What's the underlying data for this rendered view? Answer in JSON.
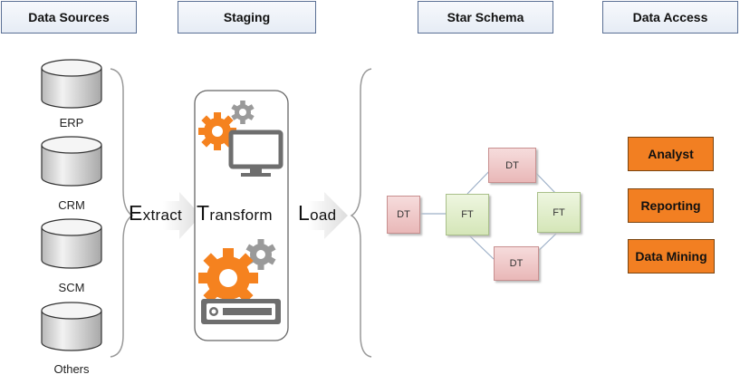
{
  "headers": {
    "data_sources": "Data Sources",
    "staging": "Staging",
    "star_schema": "Star Schema",
    "data_access": "Data Access"
  },
  "sources": [
    "ERP",
    "CRM",
    "SCM",
    "Others"
  ],
  "etl": {
    "extract_initial": "E",
    "extract_rest": "xtract",
    "transform_initial": "T",
    "transform_rest": "ransform",
    "load_initial": "L",
    "load_rest": "oad"
  },
  "schema": {
    "dt_left": "DT",
    "ft_left": "FT",
    "dt_top": "DT",
    "ft_right": "FT",
    "dt_bottom": "DT"
  },
  "access": [
    "Analyst",
    "Reporting",
    "Data Mining"
  ],
  "colors": {
    "header_border": "#5a6f94",
    "gear_orange": "#f5821f",
    "gear_gray": "#9a9a9a",
    "access_orange": "#f27f22",
    "dt_fill": "#e9b8b8",
    "ft_fill": "#d5e6b8"
  },
  "icons": [
    "database-icon",
    "gear-icon",
    "monitor-icon",
    "server-icon",
    "arrow-icon",
    "brace-icon"
  ]
}
